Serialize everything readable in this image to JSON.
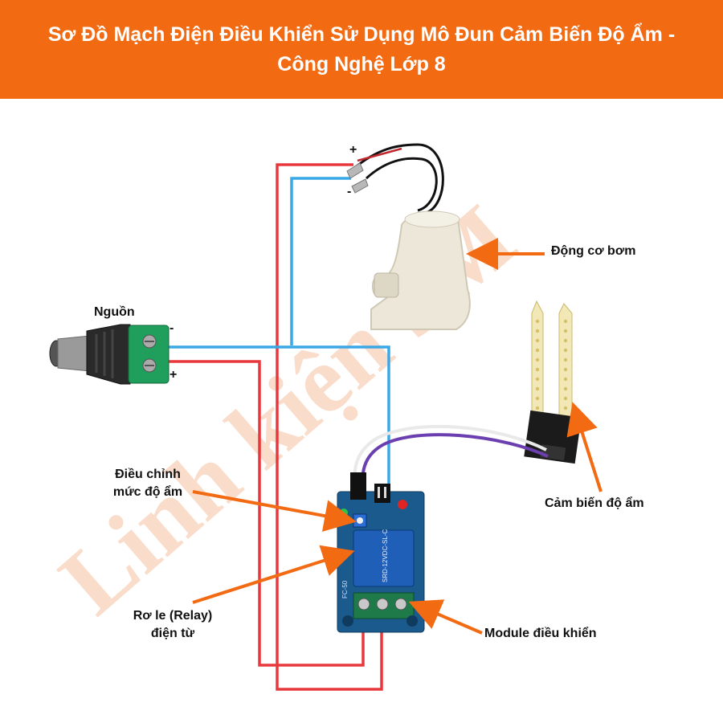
{
  "header": {
    "title_line1": "Sơ Đồ Mạch Điện Điều Khiển Sử Dụng Mô Đun Cảm Biến Độ Ẩm -",
    "title_line2": "Công Nghệ Lớp 8"
  },
  "labels": {
    "power": "Nguồn",
    "pump": "Động cơ bơm",
    "adjust_line1": "Điều chỉnh",
    "adjust_line2": "mức độ ẩm",
    "sensor": "Cảm biến độ ẩm",
    "relay_line1": "Rơ le (Relay)",
    "relay_line2": "điện từ",
    "module": "Module điều khiển"
  },
  "polarity": {
    "pump_plus": "+",
    "pump_minus": "-",
    "source_minus": "-",
    "source_plus": "+"
  },
  "watermark": "Linh kiện 3M",
  "relay_print": {
    "model": "SRD-12VDC-SL-C",
    "board": "FC-50"
  },
  "colors": {
    "banner": "#f26a12",
    "arrow": "#f26a12",
    "wire_positive": "#e8383d",
    "wire_negative": "#3aa7e6",
    "relay_body": "#1f5fb8",
    "pcb": "#1a5a8c",
    "terminal": "#1f7a4a"
  }
}
